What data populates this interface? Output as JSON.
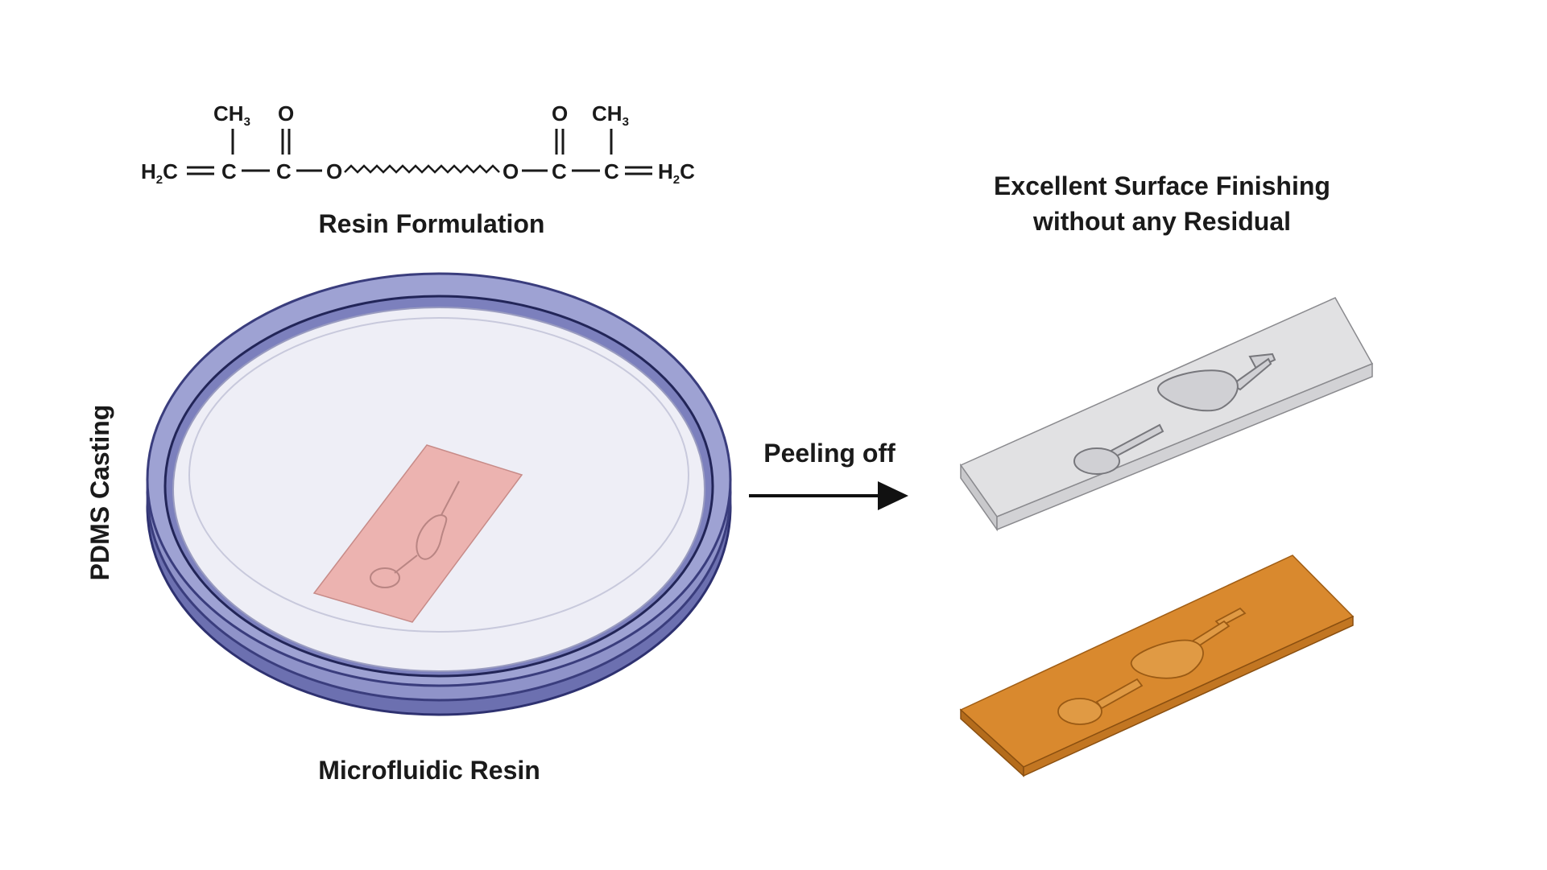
{
  "formula": {
    "caption": "Resin Formulation",
    "left_ch3": "CH3",
    "left_o": "O",
    "left_h2c": "H2C",
    "left_c1": "C",
    "left_c2": "C",
    "left_o_link": "O",
    "right_o_link": "O",
    "right_c2": "C",
    "right_c1": "C",
    "right_h2c": "H2C",
    "right_o": "O",
    "right_ch3": "CH3"
  },
  "labels": {
    "pdms_casting": "PDMS Casting",
    "microfluidic_resin": "Microfluidic Resin",
    "peeling_off": "Peeling off",
    "surface_line1": "Excellent Surface Finishing",
    "surface_line2": "without any Residual"
  },
  "colors": {
    "dish_rim": "#5a5f9e",
    "dish_fill": "#8e92c8",
    "dish_inner": "#eeeef6",
    "resin_pink": "#ecb3b0",
    "pdms_gray": "#d6d6d8",
    "mold_orange": "#d9892e",
    "arrow": "#111111"
  }
}
